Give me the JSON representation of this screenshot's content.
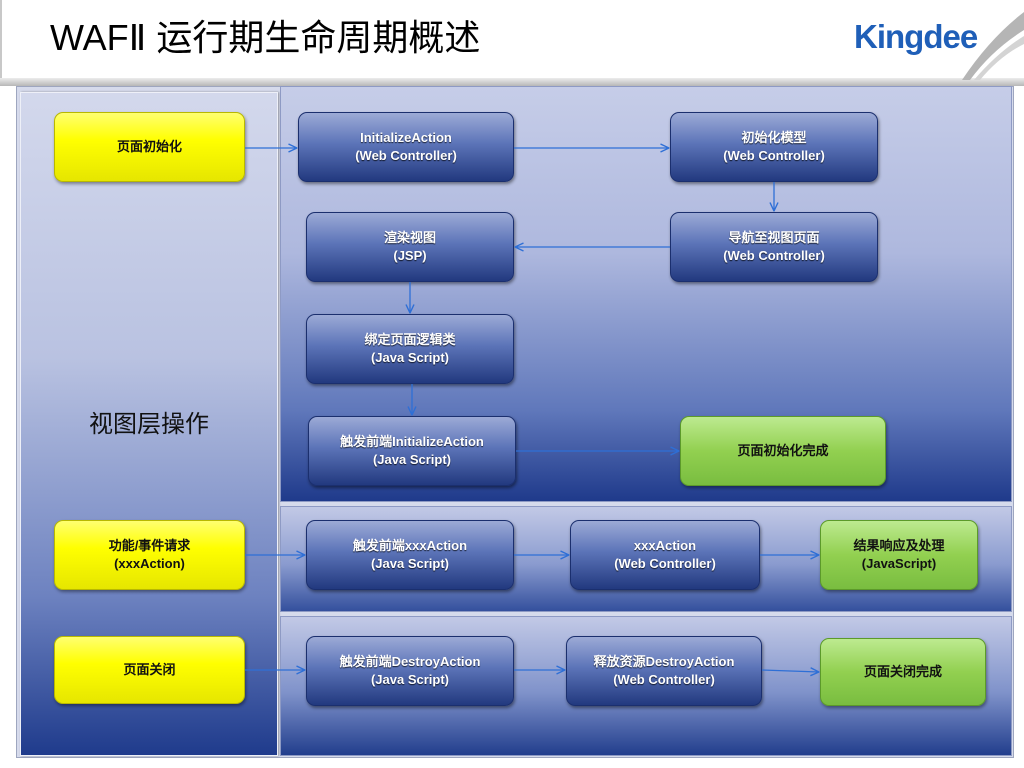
{
  "header": {
    "title": "WAFⅡ 运行期生命周期概述",
    "logo_text": "Kingdee"
  },
  "view_layer": {
    "label": "视图层操作"
  },
  "colors": {
    "trigger": "#ffff00",
    "step": "#2a4696",
    "done": "#92d050",
    "arrow": "#2e6fd6",
    "logo": "#1f5fb8"
  },
  "page_init": {
    "trigger": "页面初始化",
    "initialize_action": {
      "line1": "InitializeAction",
      "line2": "(Web Controller)"
    },
    "init_model": {
      "line1": "初始化模型",
      "line2": "(Web Controller)"
    },
    "navigate_view": {
      "line1": "导航至视图页面",
      "line2": "(Web Controller)"
    },
    "render_view": {
      "line1": "渲染视图",
      "line2": "(JSP)"
    },
    "bind_logic": {
      "line1": "绑定页面逻辑类",
      "line2": "(Java Script)"
    },
    "fire_initialize": {
      "line1": "触发前端InitializeAction",
      "line2": "(Java Script)"
    },
    "done": "页面初始化完成"
  },
  "event_request": {
    "trigger": {
      "line1": "功能/事件请求",
      "line2": "(xxxAction)"
    },
    "fire_action": {
      "line1": "触发前端xxxAction",
      "line2": "(Java Script)"
    },
    "server_action": {
      "line1": "xxxAction",
      "line2": "(Web Controller)"
    },
    "done": {
      "line1": "结果响应及处理",
      "line2": "(JavaScript)"
    }
  },
  "page_close": {
    "trigger": "页面关闭",
    "fire_destroy": {
      "line1": "触发前端DestroyAction",
      "line2": "(Java Script)"
    },
    "release": {
      "line1": "释放资源DestroyAction",
      "line2": "(Web Controller)"
    },
    "done": "页面关闭完成"
  }
}
